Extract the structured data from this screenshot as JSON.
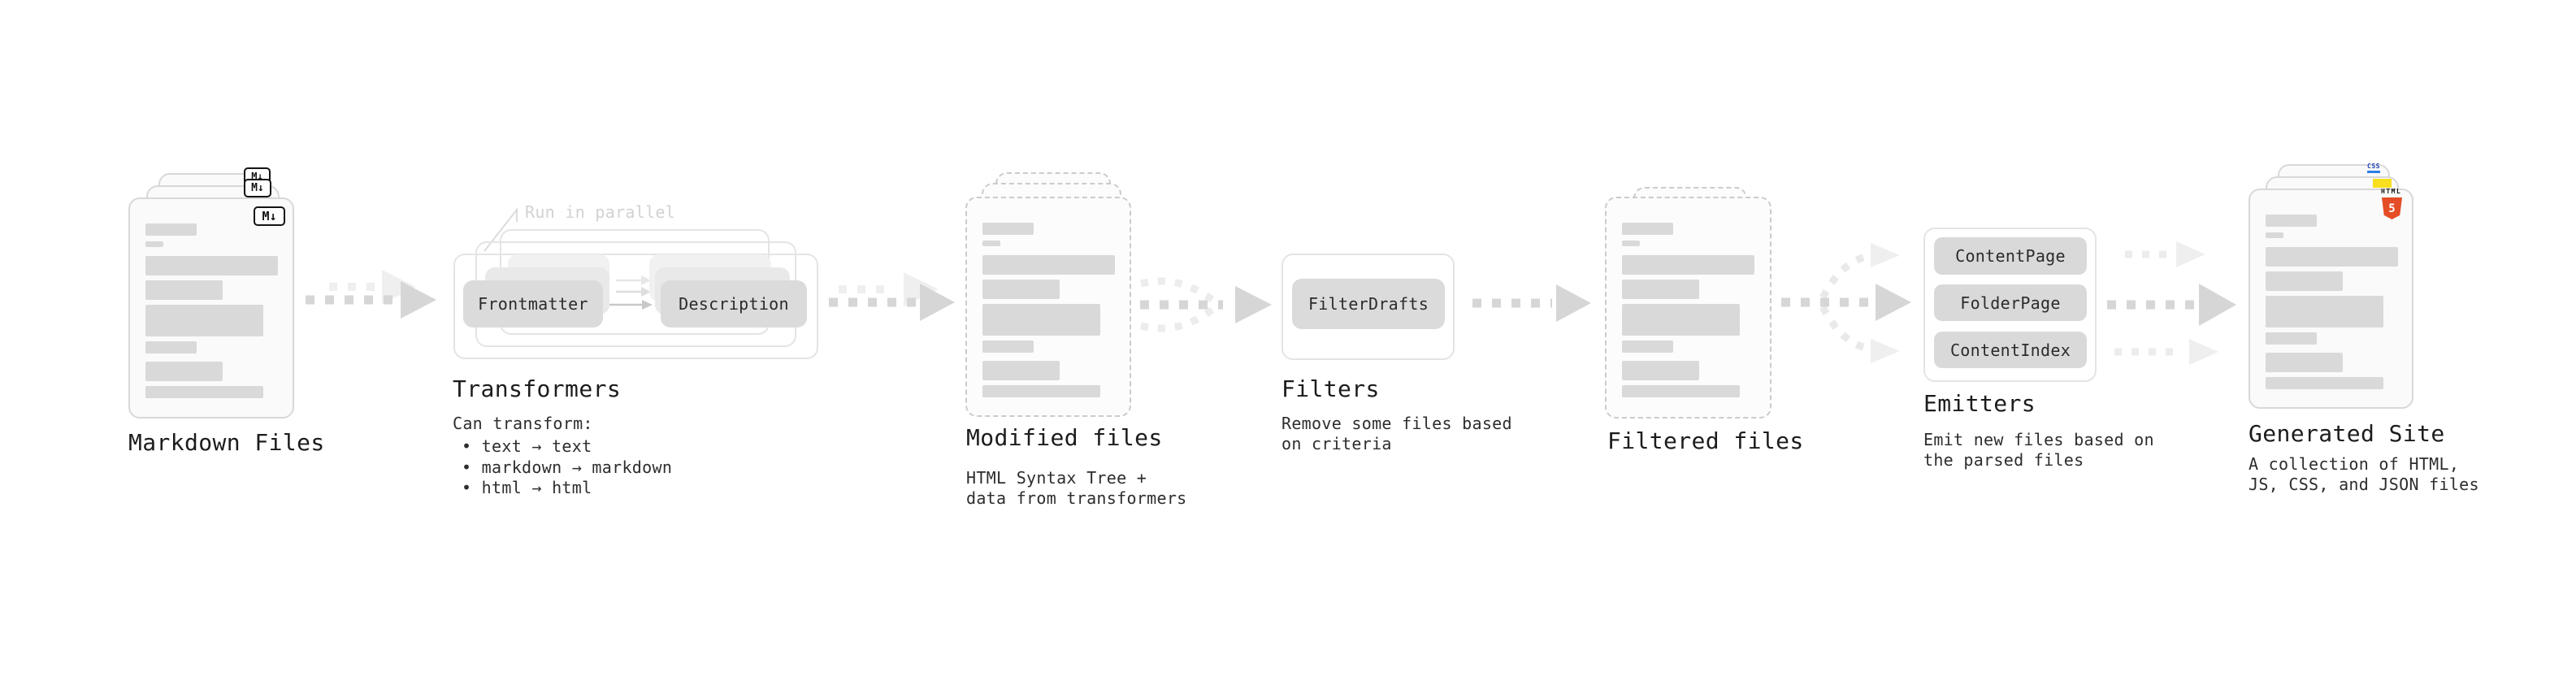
{
  "colors": {
    "background": "#ffffff",
    "card_background": "#fafafa",
    "card_border": "#d8d8d8",
    "placeholder_bar": "#d9d9d9",
    "box_fill": "#dbdbdb",
    "arrow_dark": "#d6d6d6",
    "arrow_light": "#efefef",
    "title_text": "#1c1c1c",
    "body_text": "#2d2d2d",
    "annotation_text": "#d2d2d2",
    "html5_orange": "#e44d26",
    "js_yellow": "#f7df1e",
    "css_blue": "#2b7de9"
  },
  "stages": {
    "markdown_files": {
      "title": "Markdown Files",
      "badge": "M↓"
    },
    "transformers": {
      "title": "Transformers",
      "annotation": "Run in parallel",
      "boxes": [
        "Frontmatter",
        "Description"
      ],
      "description_heading": "Can transform:",
      "bullets": [
        "• text → text",
        "• markdown → markdown",
        "• html → html"
      ]
    },
    "modified_files": {
      "title": "Modified files",
      "description": "HTML Syntax Tree +\ndata from transformers"
    },
    "filters": {
      "title": "Filters",
      "boxes": [
        "FilterDrafts"
      ],
      "description": "Remove some files based\non criteria"
    },
    "filtered_files": {
      "title": "Filtered files"
    },
    "emitters": {
      "title": "Emitters",
      "boxes": [
        "ContentPage",
        "FolderPage",
        "ContentIndex"
      ],
      "description": "Emit new files based on\nthe parsed files"
    },
    "generated_site": {
      "title": "Generated Site",
      "description": "A collection of HTML,\nJS, CSS, and JSON files",
      "css_badge": "CSS",
      "html_badge": "HTML",
      "html_badge_number": "5"
    }
  }
}
